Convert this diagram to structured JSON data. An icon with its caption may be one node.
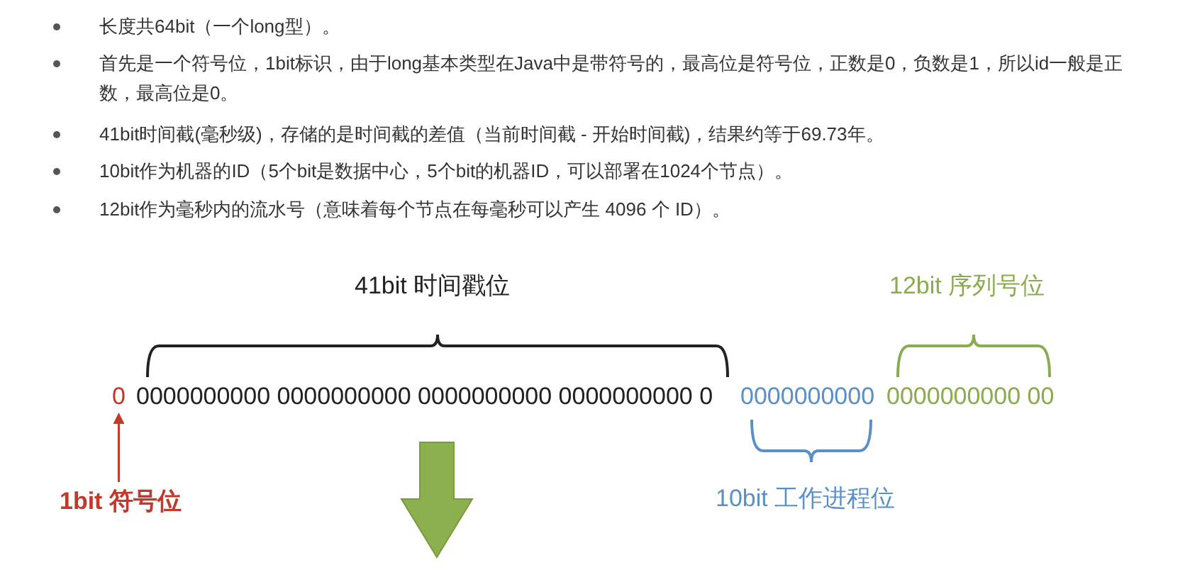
{
  "diagram": {
    "nodes": [
      {
        "text": [
          "0"
        ]
      },
      {
        "text": [
          "1bit 符号位"
        ]
      }
    ],
    "edges": [
      {
        "from": 1,
        "to": 0,
        "arrow": "to",
        "color": "#c0392b"
      }
    ],
    "labels": [
      "长度共64bit（一个long型）。",
      "首先是一个符号位，1bit标识，由于long基本类型在Java中是带符号的，最高位是符号位，正数是0，负数是1，所以id一般是正数，最高位是0。",
      "41bit时间截(毫秒级)，存储的是时间截的差值（当前时间截 - 开始时间截)，结果约等于69.73年。",
      "10bit作为机器的ID（5个bit是数据中心，5个bit的机器ID，可以部署在1024个节点）。",
      "12bit作为毫秒内的流水号（意味着每个节点在每毫秒可以产生 4096 个 ID）。",
      "41bit 时间戳位",
      "12bit 序列号位",
      "0000000000 0000000000 0000000000 0000000000 0",
      "0000000000",
      "0000000000 00",
      "10bit 工作进程位"
    ]
  }
}
